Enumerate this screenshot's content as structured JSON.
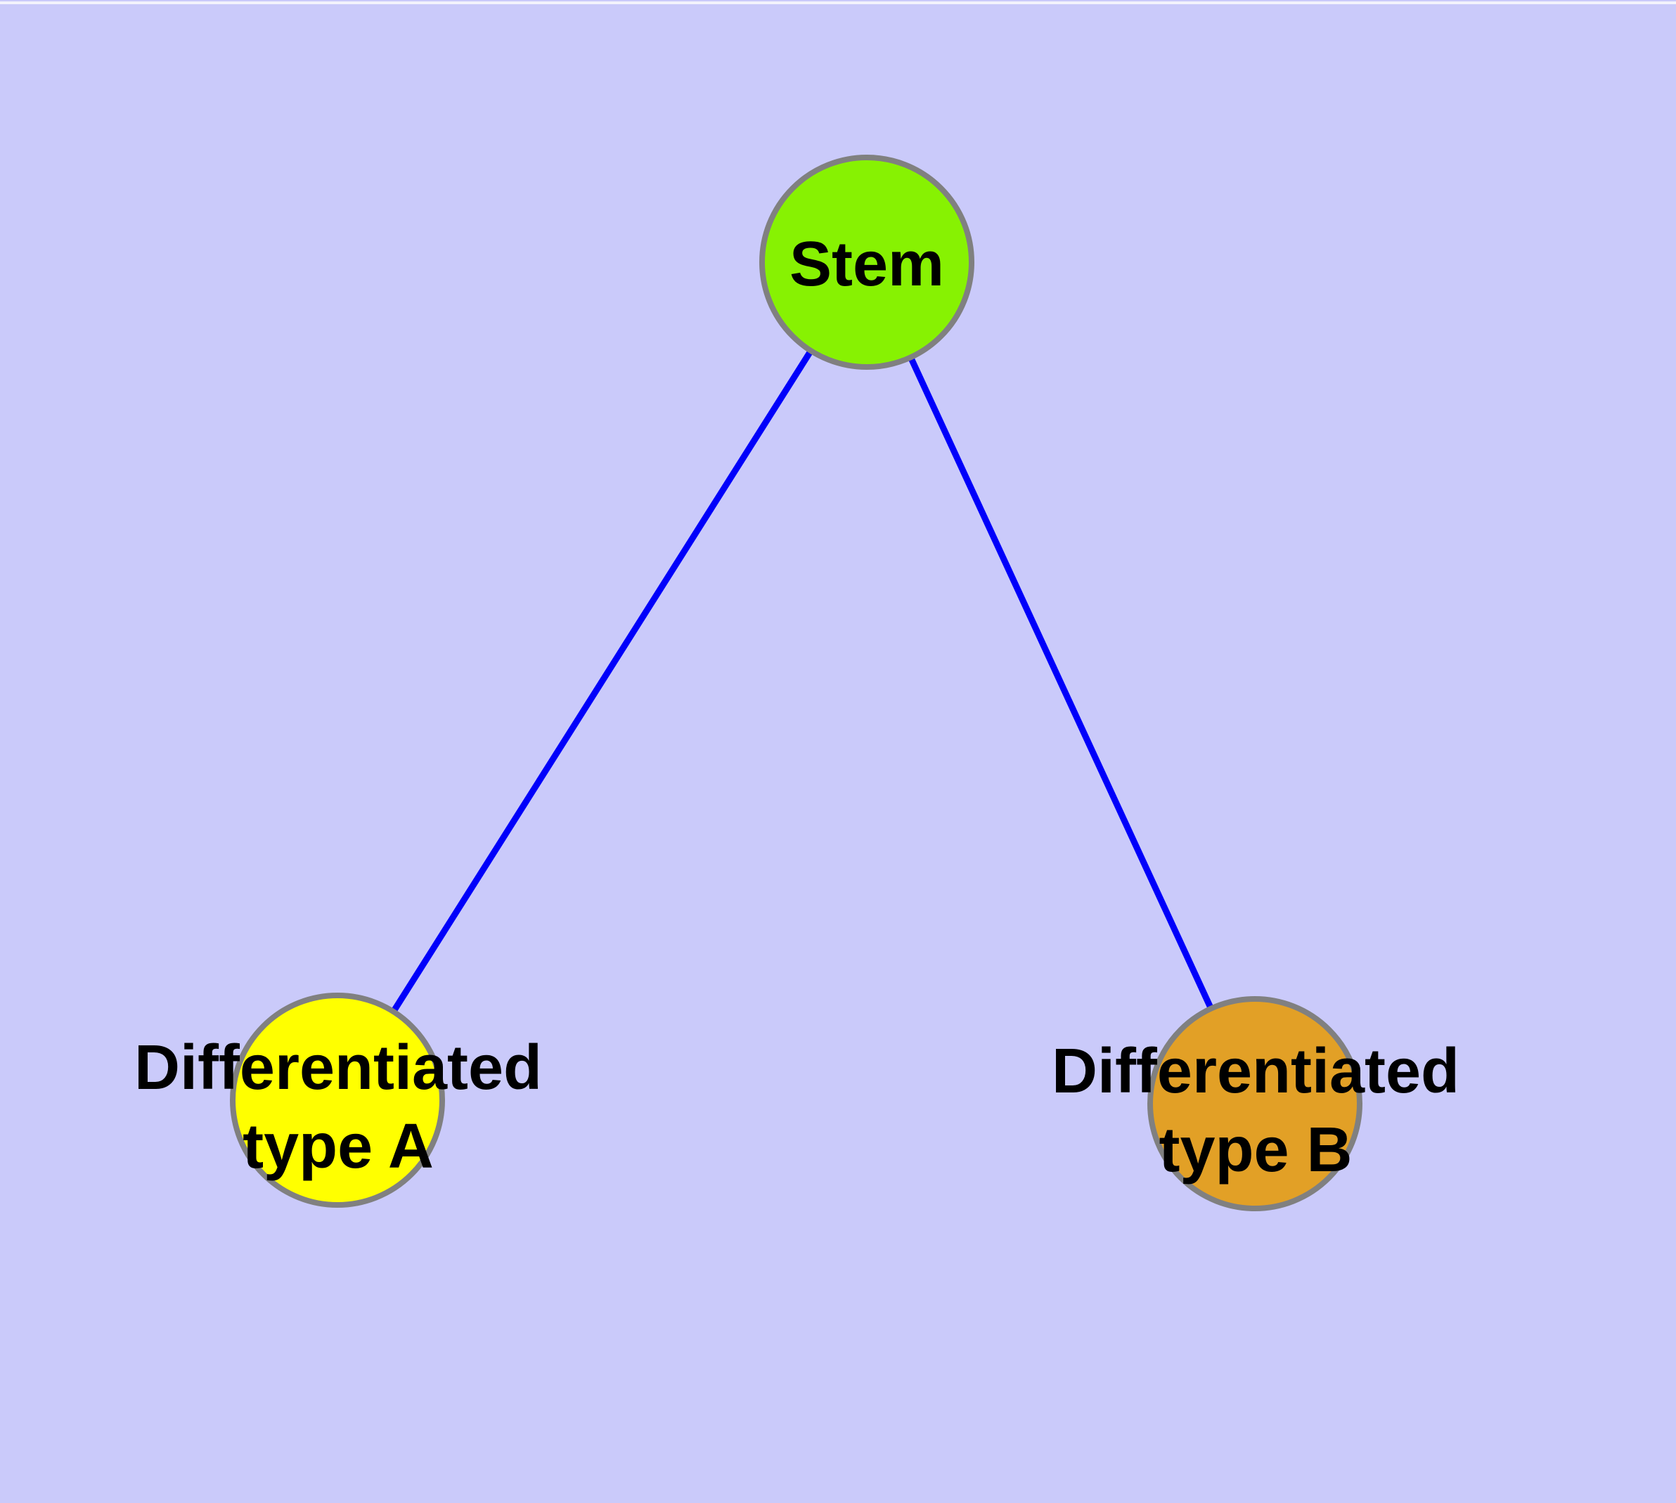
{
  "diagram": {
    "description": "Stem cell differentiation diagram: one stem node connected to two differentiated cell type nodes",
    "background_color": "#CACAFA",
    "top_edge_highlight_color": "#F2F2FC",
    "edge_color": "#0000FA",
    "node_border_color": "#808080",
    "text_color": "#000000",
    "nodes": {
      "stem": {
        "label": "Stem",
        "fill": "#87F202"
      },
      "type_a": {
        "label_line1": "Differentiated",
        "label_line2": "type A",
        "fill": "#FFFF00"
      },
      "type_b": {
        "label_line1": "Differentiated",
        "label_line2": "type B",
        "fill": "#E2A026"
      }
    },
    "edges": [
      {
        "from": "Stem",
        "to": "Differentiated type A"
      },
      {
        "from": "Stem",
        "to": "Differentiated type B"
      }
    ]
  }
}
